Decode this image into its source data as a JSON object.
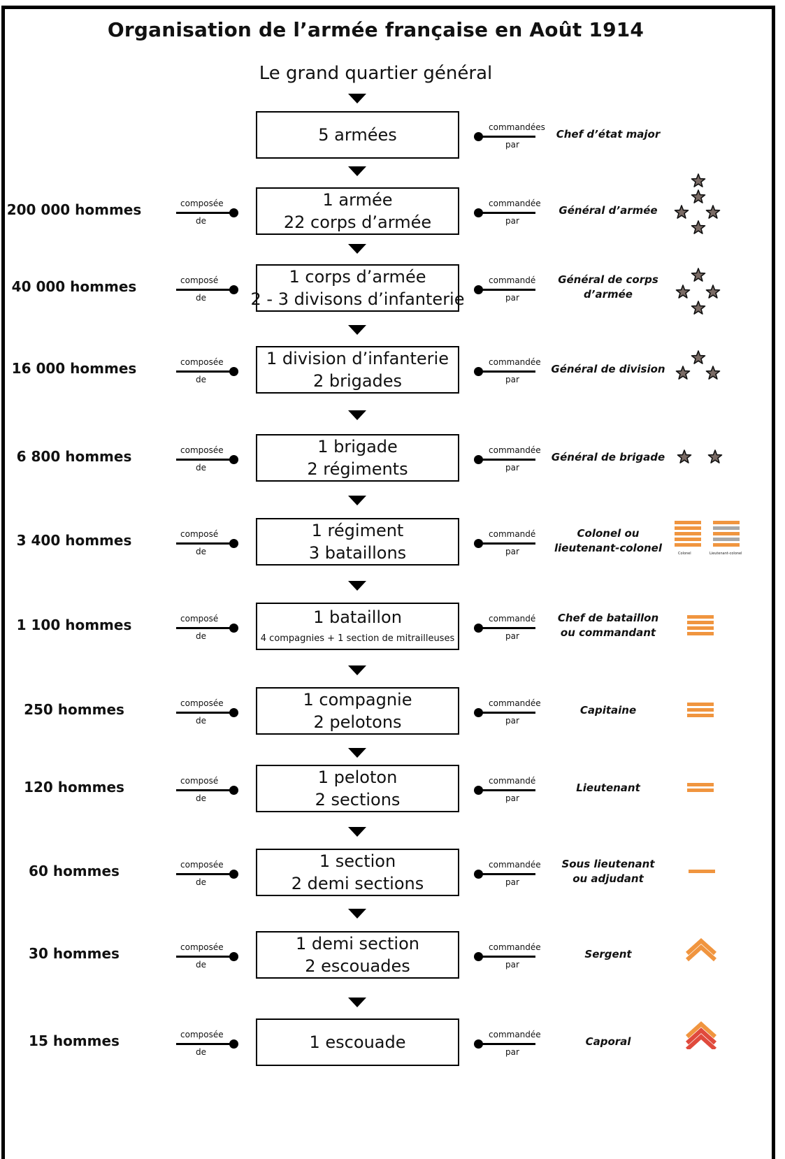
{
  "title": "Organisation de l’armée française en Août 1914",
  "headquarters": "Le grand quartier général",
  "colors": {
    "stripe": "#f0953f",
    "stripe_grey": "#a8a8a8",
    "star_fill": "#7a6b65",
    "chevron_red": "#e04a3c"
  },
  "levels": [
    {
      "count": "",
      "composed": "",
      "composed_of": "",
      "line1": "5 armées",
      "line2": "",
      "commanded": "commandées",
      "by": "par",
      "rank_line1": "Chef d’état major",
      "rank_line2": "",
      "insignia": "none"
    },
    {
      "count": "200 000 hommes",
      "composed": "composée",
      "composed_of": "de",
      "line1": "1 armée",
      "line2": "22 corps d’armée",
      "commanded": "commandée",
      "by": "par",
      "rank_line1": "Général d’armée",
      "rank_line2": "",
      "insignia": "5-stars-icon"
    },
    {
      "count": "40 000 hommes",
      "composed": "composé",
      "composed_of": "de",
      "line1": "1 corps d’armée",
      "line2": "2 - 3 divisons d’infanterie",
      "commanded": "commandé",
      "by": "par",
      "rank_line1": "Général de corps",
      "rank_line2": "d’armée",
      "insignia": "4-stars-icon"
    },
    {
      "count": "16 000 hommes",
      "composed": "composée",
      "composed_of": "de",
      "line1": "1 division d’infanterie",
      "line2": "2 brigades",
      "commanded": "commandée",
      "by": "par",
      "rank_line1": "Général de division",
      "rank_line2": "",
      "insignia": "3-stars-icon"
    },
    {
      "count": "6 800 hommes",
      "composed": "composée",
      "composed_of": "de",
      "line1": "1 brigade",
      "line2": "2 régiments",
      "commanded": "commandée",
      "by": "par",
      "rank_line1": "Général de brigade",
      "rank_line2": "",
      "insignia": "2-stars-icon"
    },
    {
      "count": "3 400 hommes",
      "composed": "composé",
      "composed_of": "de",
      "line1": "1 régiment",
      "line2": "3 bataillons",
      "commanded": "commandé",
      "by": "par",
      "rank_line1": "Colonel ou",
      "rank_line2": "lieutenant-colonel",
      "insignia": "5-stripes-icon",
      "insignia_captions": [
        "Colonel",
        "Lieutenant-colonel"
      ]
    },
    {
      "count": "1 100 hommes",
      "composed": "composé",
      "composed_of": "de",
      "line1": "1 bataillon",
      "line2": "4 compagnies + 1 section de mitrailleuses",
      "commanded": "commandé",
      "by": "par",
      "rank_line1": "Chef de bataillon",
      "rank_line2": "ou commandant",
      "insignia": "4-stripes-icon"
    },
    {
      "count": "250 hommes",
      "composed": "composée",
      "composed_of": "de",
      "line1": "1 compagnie",
      "line2": "2 pelotons",
      "commanded": "commandée",
      "by": "par",
      "rank_line1": "Capitaine",
      "rank_line2": "",
      "insignia": "3-stripes-icon"
    },
    {
      "count": "120 hommes",
      "composed": "composé",
      "composed_of": "de",
      "line1": "1 peloton",
      "line2": "2 sections",
      "commanded": "commandé",
      "by": "par",
      "rank_line1": "Lieutenant",
      "rank_line2": "",
      "insignia": "2-stripes-icon"
    },
    {
      "count": "60 hommes",
      "composed": "composée",
      "composed_of": "de",
      "line1": "1 section",
      "line2": "2 demi sections",
      "commanded": "commandée",
      "by": "par",
      "rank_line1": "Sous lieutenant",
      "rank_line2": "ou adjudant",
      "insignia": "1-stripe-icon"
    },
    {
      "count": "30 hommes",
      "composed": "composée",
      "composed_of": "de",
      "line1": "1 demi section",
      "line2": "2 escouades",
      "commanded": "commandée",
      "by": "par",
      "rank_line1": "Sergent",
      "rank_line2": "",
      "insignia": "orange-chevron-icon"
    },
    {
      "count": "15 hommes",
      "composed": "composée",
      "composed_of": "de",
      "line1": "1 escouade",
      "line2": "",
      "commanded": "commandée",
      "by": "par",
      "rank_line1": "Caporal",
      "rank_line2": "",
      "insignia": "red-chevron-icon"
    }
  ]
}
